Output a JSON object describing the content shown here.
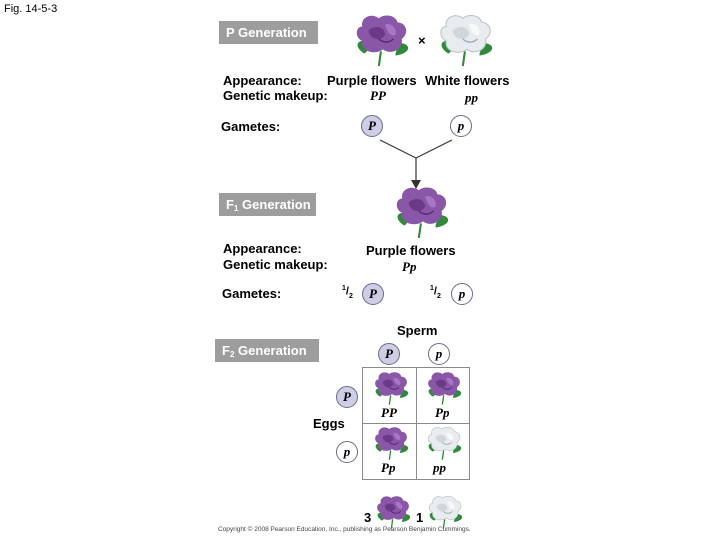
{
  "figure_label": "Fig. 14-5-3",
  "p_generation": {
    "title": "P Generation",
    "cross_symbol": "×",
    "appearance_label": "Appearance:",
    "genetic_makeup_label": "Genetic makeup:",
    "gametes_label": "Gametes:",
    "purple_appearance": "Purple flowers",
    "white_appearance": "White flowers",
    "purple_genotype": "PP",
    "white_genotype": "pp",
    "purple_gamete": "P",
    "white_gamete": "p"
  },
  "f1_generation": {
    "title_prefix": "F",
    "title_subscript": "1",
    "title_suffix": "Generation",
    "appearance_label": "Appearance:",
    "genetic_makeup_label": "Genetic makeup:",
    "gametes_label": "Gametes:",
    "appearance": "Purple flowers",
    "genotype": "Pp",
    "gamete_fraction_numerator": "1",
    "gamete_fraction_denominator": "2",
    "gamete_dominant": "P",
    "gamete_recessive": "p"
  },
  "f2_generation": {
    "title_prefix": "F",
    "title_subscript": "2",
    "title_suffix": "Generation",
    "sperm_label": "Sperm",
    "eggs_label": "Eggs",
    "sperm_alleles": [
      "P",
      "p"
    ],
    "egg_alleles": [
      "P",
      "p"
    ],
    "cells": [
      {
        "genotype": "PP",
        "color": "purple"
      },
      {
        "genotype": "Pp",
        "color": "purple"
      },
      {
        "genotype": "Pp",
        "color": "purple"
      },
      {
        "genotype": "pp",
        "color": "white"
      }
    ],
    "ratio_purple": "3",
    "ratio_white": "1"
  },
  "colors": {
    "bar_gray": "#9d9d9d",
    "purple_petal": "#8a56a8",
    "purple_petal_dark": "#5e2f7a",
    "white_petal": "#e8ecee",
    "leaf_green": "#2f8a3a",
    "allele_fill": "#cdcde6"
  },
  "copyright": "Copyright © 2008 Pearson Education, Inc., publishing as Pearson Benjamin Cummings."
}
